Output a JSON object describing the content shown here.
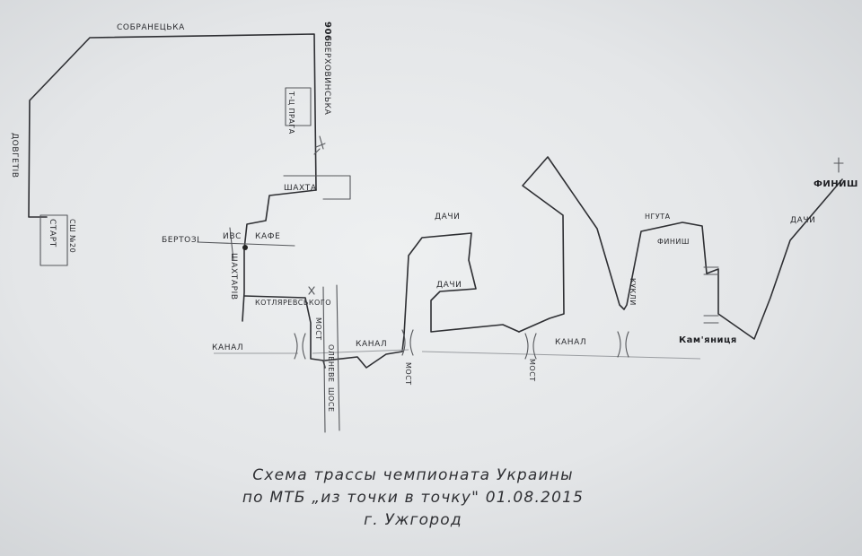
{
  "labels": {
    "sobranetska": "СОБРАНЕЦЬКА",
    "dovgetiv": "ДОВГЕТІВ",
    "start": "СТАРТ",
    "shk20": "СШ №20",
    "verkhovinska": "ВЕРХОВИНСЬКА",
    "num906": "906",
    "praga": "Т-Ц ПРАГА",
    "shakhta": "ШАХТА",
    "bertozu": "БЕРТОЗІ",
    "ivs": "ИВС",
    "kafe": "КАФЕ",
    "shaktariv": "ШАХТАРІВ",
    "kotlyarevskogo": "КОТЛЯРЕВСЬКОГО",
    "kanal_1": "КАНАЛ",
    "most_1": "МОСТ",
    "oleneve": "ОЛЕНЕВЕ",
    "shose": "ШОСЕ",
    "kanal_2": "КАНАЛ",
    "most_2": "МОСТ",
    "dachi_1": "ДАЧИ",
    "dachi_2": "ДАЧИ",
    "most_3": "МОСТ",
    "kanal_3": "КАНАЛ",
    "kukli": "КУКЛИ",
    "ngutu": "НГУТА",
    "finish_house": "ФИНИШ",
    "kamyanytsya": "Кам'яниця",
    "finish": "ФИНИШ",
    "dachi_3": "ДАЧИ"
  },
  "caption": {
    "line1": "Схема трассы чемпионата Украины",
    "line2": "по МТБ „из точки в точку\" 01.08.2015",
    "line3": "г. Ужгород"
  },
  "colors": {
    "pencil": "#2e2f33",
    "paper": "#e6e8ea"
  }
}
